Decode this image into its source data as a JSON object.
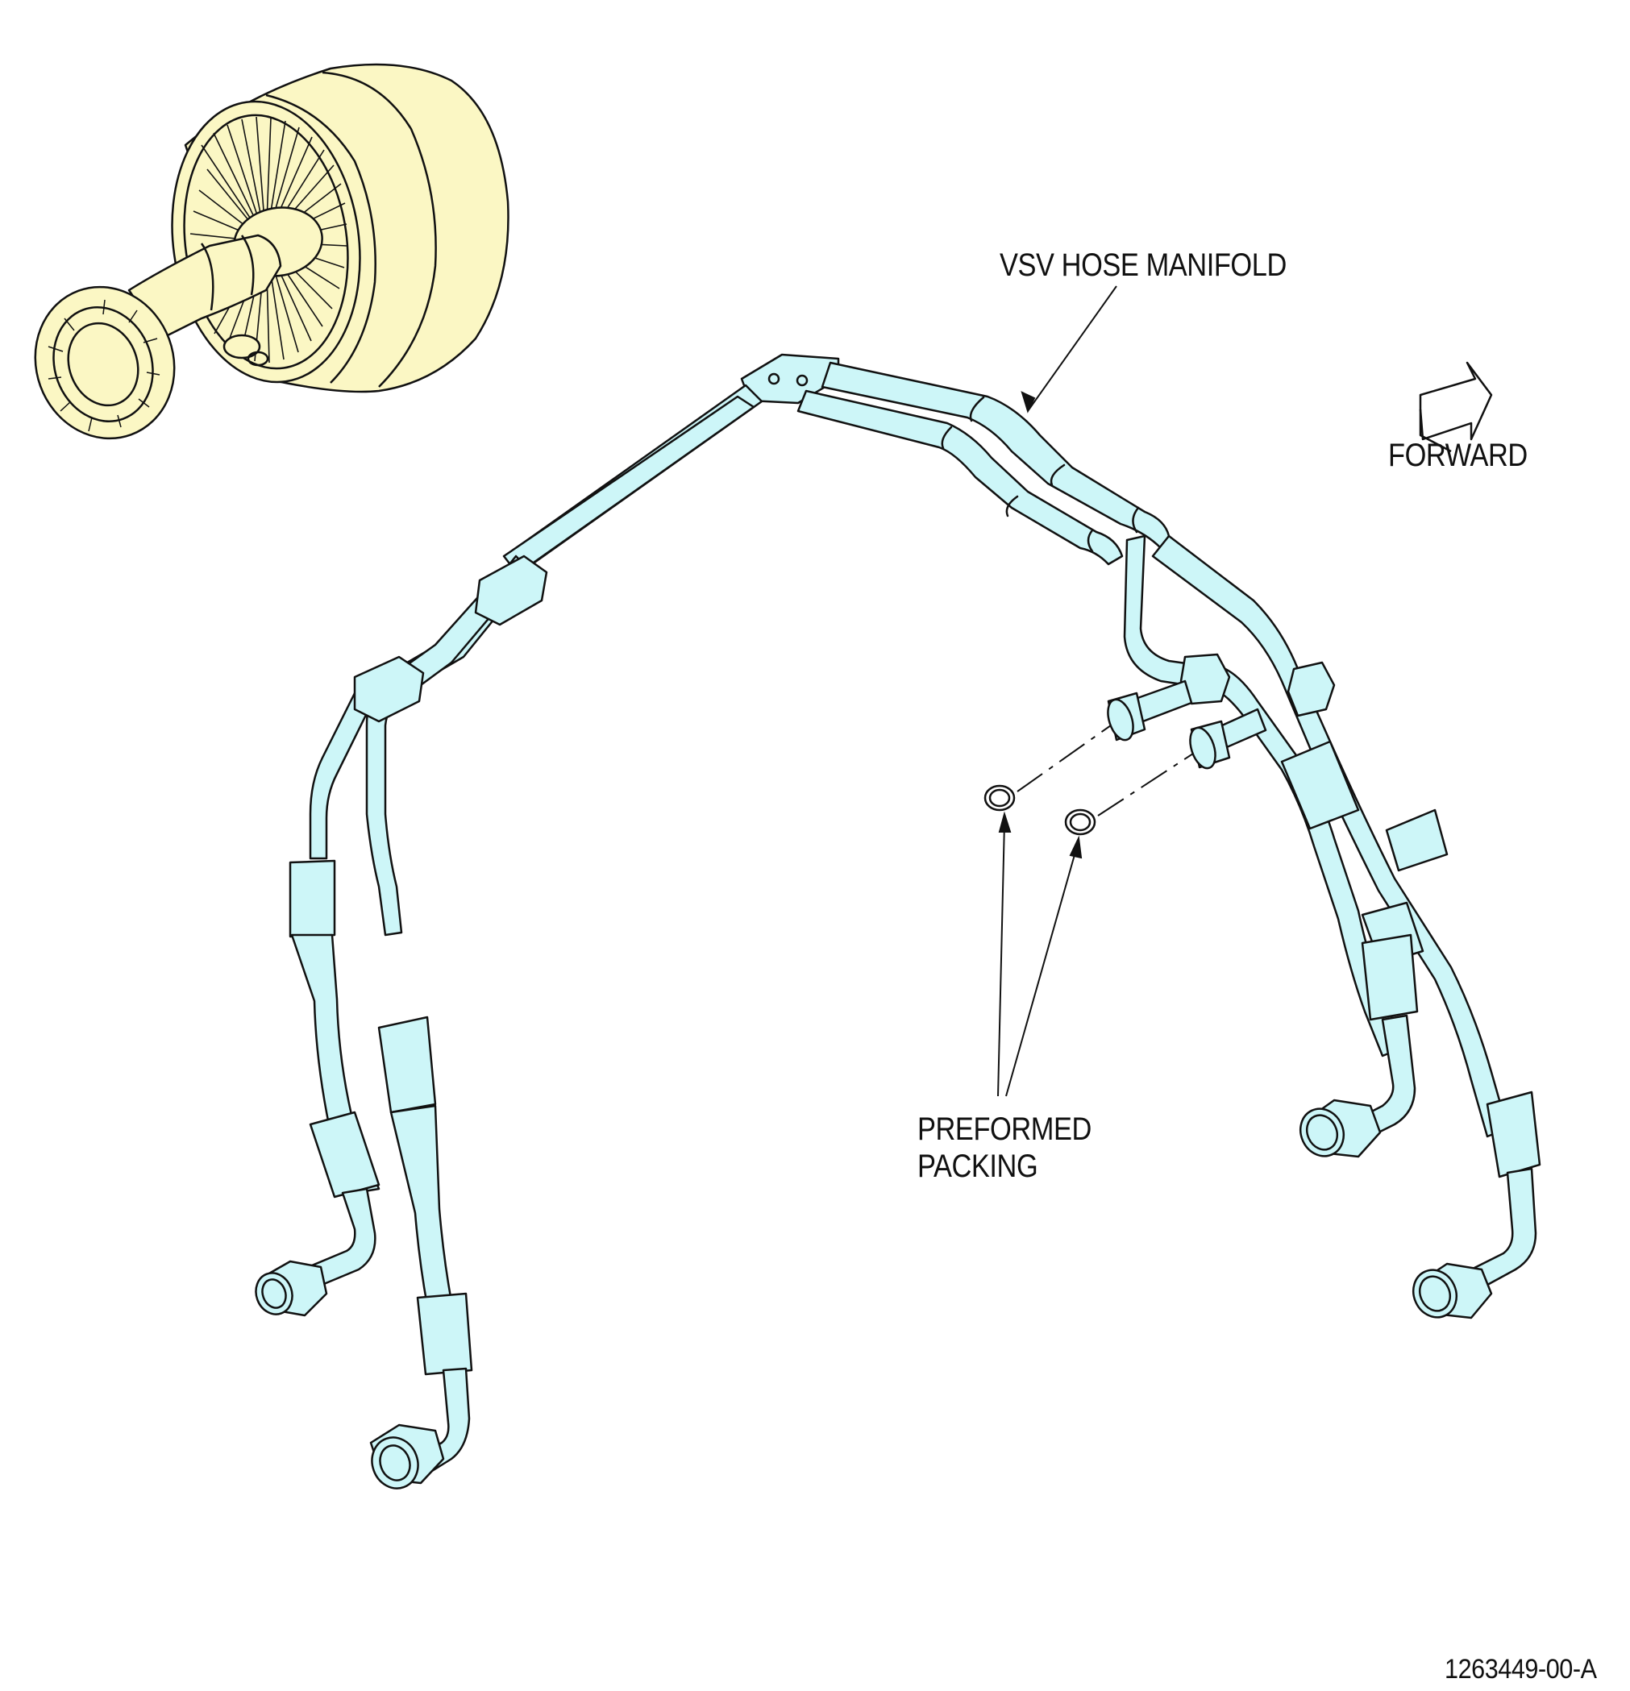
{
  "labels": {
    "vsv_hose_manifold": "VSV HOSE MANIFOLD",
    "preformed_packing_line1": "PREFORMED",
    "preformed_packing_line2": "PACKING",
    "forward": "FORWARD",
    "drawing_id": "1263449-00-A"
  },
  "colors": {
    "hose_fill": "#cdf6f8",
    "engine_fill": "#fbf7c4",
    "line": "#111111"
  },
  "icons": {
    "forward_arrow": "forward-arrow-icon",
    "engine_locator": "engine-locator-icon"
  }
}
